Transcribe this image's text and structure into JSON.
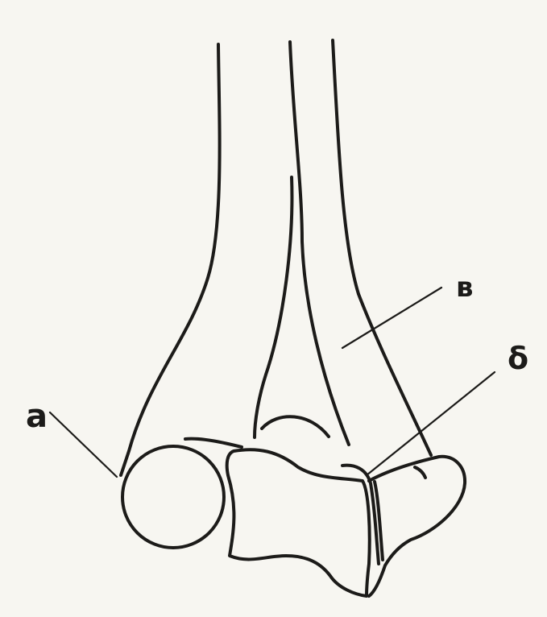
{
  "diagram": {
    "labels": {
      "a": "a",
      "b": "в",
      "c": "δ"
    },
    "colors": {
      "paper": "#f7f6f1",
      "ink": "#1c1b19"
    }
  }
}
